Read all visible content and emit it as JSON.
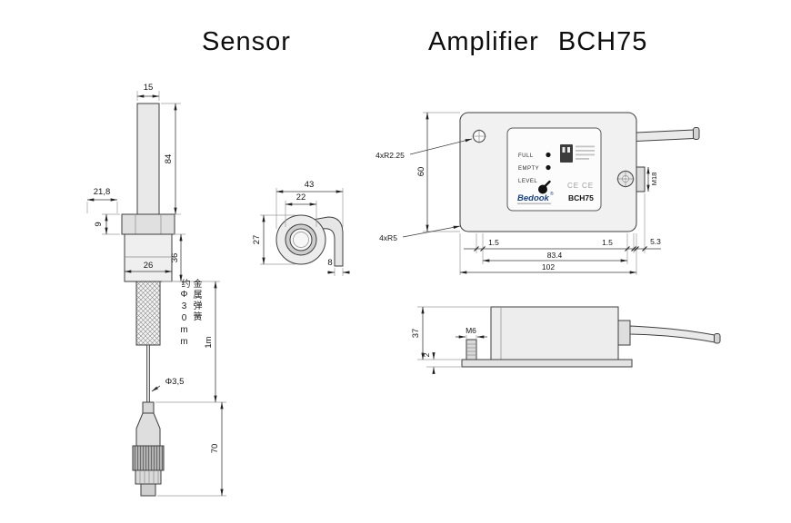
{
  "titles": {
    "sensor": "Sensor",
    "amplifier": "Amplifier BCH75"
  },
  "colors": {
    "brand_blue": "#17418f",
    "drawing_line": "#3e3e3e"
  },
  "sensor": {
    "front": {
      "dim_top_width": "15",
      "dim_shaft_length": "84",
      "dim_across_flats": "21,8",
      "dim_flange_height": "9",
      "dim_body_width": "26",
      "dim_body_height": "36",
      "spring_note_col1": "约Φ30mm",
      "spring_note_col2": "金属弹簧",
      "dim_cable_length": "1m",
      "dim_cable_diameter": "Φ3,5",
      "dim_connector_length": "70"
    },
    "side": {
      "dim_overall_width": "43",
      "dim_inner_diameter": "22",
      "dim_outer_diameter": "27",
      "dim_hook_width": "8"
    }
  },
  "amplifier": {
    "top": {
      "dim_corner_screws": "4xR2.25",
      "dim_height": "60",
      "dim_corner_radius": "4xR5",
      "dim_offset_left": "1.5",
      "dim_screw_span": "83.4",
      "dim_offset_right": "1.5",
      "dim_connector_protrusion": "5.3",
      "dim_total_width": "102",
      "dim_connector_thread": "M18",
      "panel": {
        "label_full": "FULL",
        "label_empty": "EMPTY",
        "label_level": "LEVEL",
        "ce_mark": "CE",
        "brand": "Bedook",
        "registered": "®",
        "model": "BCH75"
      }
    },
    "side": {
      "dim_height": "37",
      "dim_plate_thickness": "2",
      "dim_stud_thread": "M6"
    }
  }
}
